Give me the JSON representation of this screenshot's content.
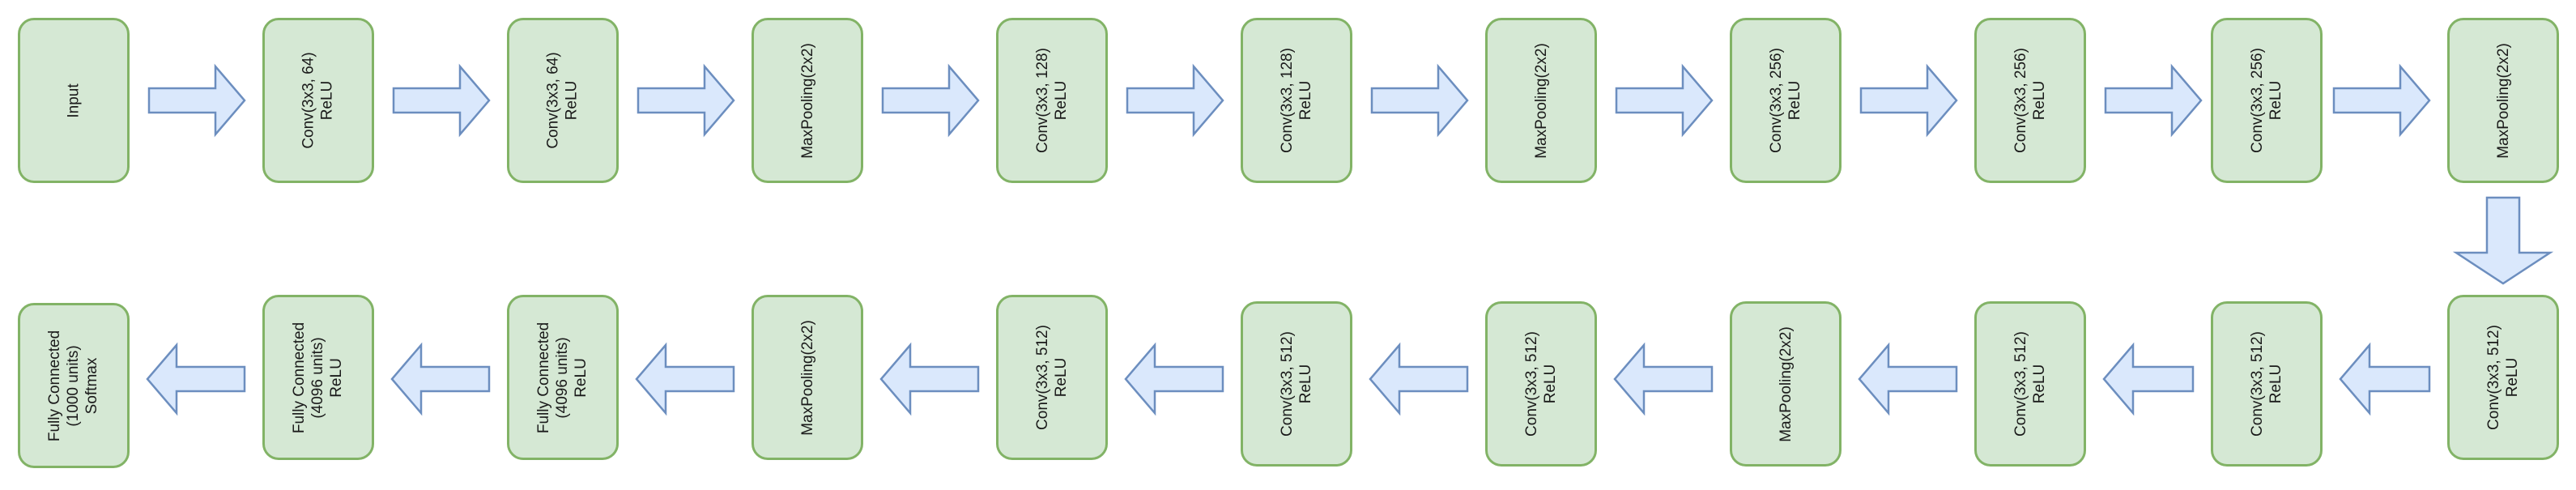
{
  "diagram": {
    "row1": [
      "Input",
      "Conv(3x3, 64)\nReLU",
      "Conv(3x3, 64)\nReLU",
      "MaxPooling(2x2)",
      "Conv(3x3, 128)\nReLU",
      "Conv(3x3, 128)\nReLU",
      "MaxPooling(2x2)",
      "Conv(3x3, 256)\nReLU",
      "Conv(3x3, 256)\nReLU",
      "Conv(3x3, 256)\nReLU",
      "MaxPooling(2x2)"
    ],
    "row2": [
      "Fully Connected\n(1000 units)\nSoftmax",
      "Fully Connected\n(4096 units)\nReLU",
      "Fully Connected\n(4096 units)\nReLU",
      "MaxPooling(2x2)",
      "Conv(3x3, 512)\nReLU",
      "Conv(3x3, 512)\nReLU",
      "Conv(3x3, 512)\nReLU",
      "MaxPooling(2x2)",
      "Conv(3x3, 512)\nReLU",
      "Conv(3x3, 512)\nReLU",
      "Conv(3x3, 512)\nReLU"
    ],
    "colors": {
      "box_fill": "#d5e8d4",
      "box_border": "#82b366",
      "arrow_fill": "#dae8fc",
      "arrow_border": "#6c8ebf"
    }
  }
}
